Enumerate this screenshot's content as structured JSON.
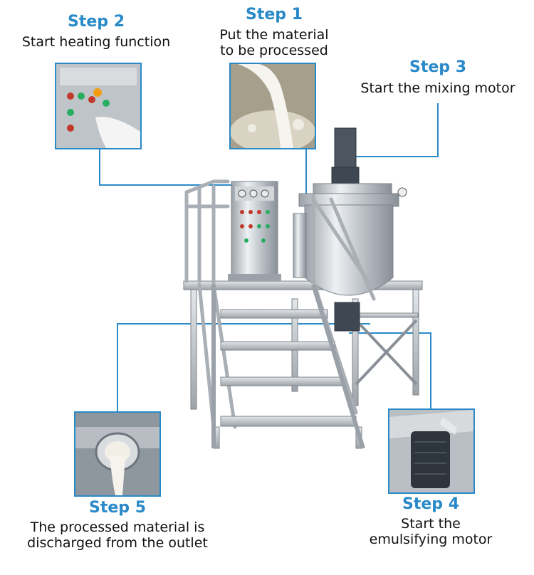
{
  "steps": [
    {
      "id": 1,
      "title": "Step 1",
      "desc_lines": [
        "Put the material",
        "to be processed"
      ]
    },
    {
      "id": 2,
      "title": "Step 2",
      "desc_lines": [
        "Start heating function"
      ]
    },
    {
      "id": 3,
      "title": "Step 3",
      "desc_lines": [
        "Start the mixing motor"
      ]
    },
    {
      "id": 4,
      "title": "Step 4",
      "desc_lines": [
        "Start the",
        "emulsifying motor"
      ]
    },
    {
      "id": 5,
      "title": "Step 5",
      "desc_lines": [
        "The processed material is",
        "discharged from the outlet"
      ]
    }
  ],
  "colors": {
    "accent": "#2a8ac9",
    "text": "#111111",
    "steel": "#c9ced3"
  }
}
